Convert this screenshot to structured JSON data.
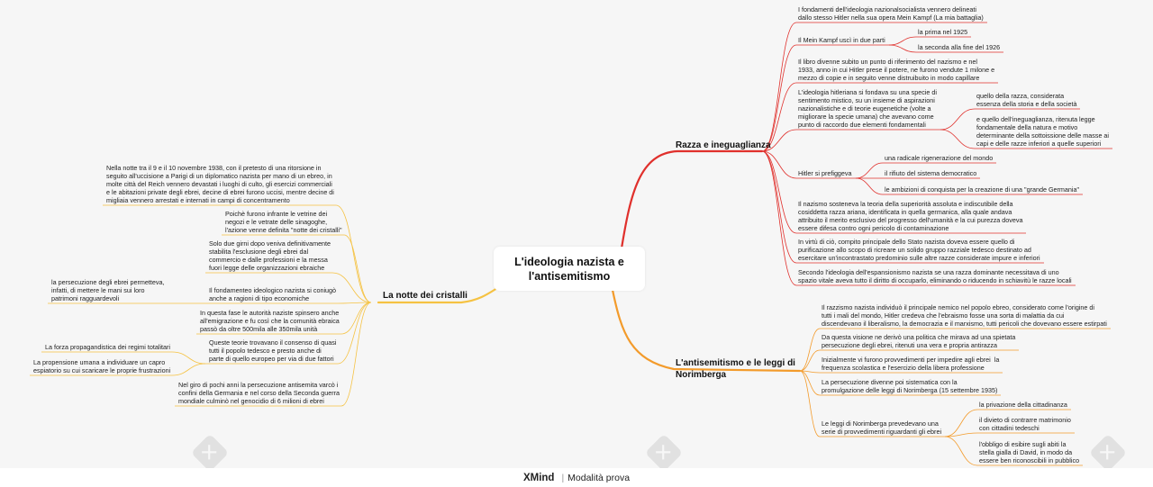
{
  "central_topic": "L'ideologia nazista e\nl'antisemitismo",
  "colors": {
    "red": "#e0302c",
    "orange": "#f39b2b",
    "yellow": "#f5c242"
  },
  "branch_razza": {
    "title": "Razza e ineguaglianza",
    "items": [
      "I fondamenti dell'ideologia nazionalsocialista vennero delineati\ndallo stesso Hitler nella sua opera Mein Kampf (La mia battaglia)",
      "Il Mein Kampf uscì in due parti",
      "la prima nel 1925",
      "la seconda alla fine del 1926",
      "Il libro divenne subito un punto di riferimento del nazismo e nel\n1933, anno in cui Hitler prese il potere, ne furono vendute 1 milone e\nmezzo di copie e in seguito venne distruibuito in modo capillare",
      "L'ideologia hitleriana si fondava su una specie di\nsentimento mistico, su un insieme di aspirazioni\nnazionalistiche e di teorie eugenetiche (volte a\nmigliorare la specie umana) che avevano come\npunto di raccordo due elementi fondamentali",
      "quello della razza, considerata\nessenza della storia e della società",
      "e quello dell'ineguaglianza, ritenuta legge\nfondamentale della natura e motivo\ndeterminante della sottoissione delle masse ai\ncapi e delle razze inferiori a quelle superiori",
      "Hitler si prefiggeva",
      "una radicale rigenerazione del mondo",
      "il rifiuto del sistema democratico",
      "le ambizioni di conquista per la creazione di una \"grande Germania\"",
      "Il nazismo sosteneva la teoria della superiorità assoluta e indiscutibile della\ncosiddetta razza ariana, identificata in quella germanica, alla quale andava\nattribuito il merito esclusivo del progresso dell'umanità e la cui purezza doveva\nessere difesa contro ogni pericolo di contaminazione",
      "In virtù di ciò, compito principale dello Stato nazista doveva essere quello di\npurificazione allo scopo di ricreare un solido gruppo razziale tedesco destinato ad\nesercitare un'incontrastato predominio sulle altre razze considerate impure e inferiori",
      "Secondo l'ideologia dell'espansionismo nazista se una razza dominante necessitava di uno\nspazio vitale aveva tutto il diritto di occuparlo, eliminando o riducendo in schiavitù le razze locali"
    ]
  },
  "branch_antisemitismo": {
    "title": "L'antisemitismo e le leggi di\nNorimberga",
    "items": [
      "Il razzismo nazista individuò il principale nemico nel popolo ebreo, considerato come l'origine di\ntutti i mali del mondo, Hitler credeva che l'ebraismo fosse una sorta di malattia da cui\ndiscendevano il liberalismo, la democrazia e il marxismo, tutti pericoli che dovevano essere estirpati",
      "Da questa visione ne derivò una politica che mirava ad una spietata\npersecuzione degli ebrei, ritenuti una vera e propria antirazza",
      "Inizialmente vi furono provvedimenti per impedire agli ebrei  la\nfrequenza scolastica e l'esercizio della libera professione",
      "La persecuzione divenne poi sistematica con la\npromulgazione delle leggi di Norimberga (15 settembre 1935)",
      "Le leggi di Norimberga prevedevano una\nserie di provvedimenti riguardanti gli ebrei",
      "la privazione della cittadinanza",
      "il divieto di contrarre matrimonio\ncon cittadini tedeschi",
      "l'obbligo di esibire sugli abiti la\nstella gialla di David, in modo da\nessere ben riconoscibili in pubblico"
    ]
  },
  "branch_notte": {
    "title": "La notte dei cristalli",
    "items": [
      "Nella notte tra il 9 e il 10 novembre 1938, con il pretesto di una ritorsione in\nseguito all'uccisione a Parigi di un diplomatico nazista per mano di un ebreo, in\nmolte città del Reich vennero devastati i luoghi di culto, gli esercizi commerciali\ne le abitazioni private degli ebrei, decine di ebrei furono uccisi, mentre decine di\nmigliaia vennero arrestati e internati in campi di concentramento",
      "Poichè furono infrante le vetrine dei\nnegozi e le vetrate delle sinagoghe,\nl'azione venne definita \"notte dei cristalli\"",
      "Solo due girni dopo veniva definitivamente\nstabilita l'esclusione degli ebrei dal\ncommercio e dalle professioni e la messa\nfuori legge delle organizzazioni ebraiche",
      "Il fondamenteo ideologico nazista si coniugò\nanche a ragioni di tipo economiche",
      "la persecuzione degli ebrei permetteva,\ninfatti, di mettere le mani sui loro\npatrimoni ragguardevoli",
      "In questa fase le autorità naziste spinsero anche\nall'emigrazione e fu così che la comunità ebraica\npassò da oltre 500mila alle 350mila unità",
      "Queste teorie trovavano il consenso di quasi\ntutti il popolo tedesco e presto anche di\nparte di quello europeo per via di due fattori",
      "La forza propagandistica dei regimi totalitari",
      "La propensione umana a individuare un capro\nespiatorio su cui scaricare le proprie frustrazioni",
      "Nel giro di pochi anni la persecuzione antisemita varcò i\nconfini della Germania e nel corso della Seconda guerra\nmondiale culminò nel genocidio di 6 milioni di ebrei"
    ]
  },
  "footer": {
    "brand": "XMind",
    "mode": "Modalità prova"
  }
}
